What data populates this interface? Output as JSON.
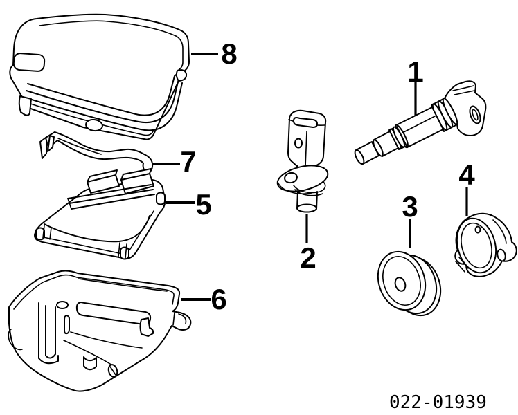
{
  "diagram": {
    "part_number": "022-01939",
    "colors": {
      "line": "#000000",
      "background": "#ffffff"
    },
    "callouts": [
      {
        "label": "1",
        "name": "ignition-coil"
      },
      {
        "label": "2",
        "name": "crankshaft-position-sensor"
      },
      {
        "label": "3",
        "name": "sensor-disc"
      },
      {
        "label": "4",
        "name": "retaining-clamp"
      },
      {
        "label": "5",
        "name": "engine-control-unit"
      },
      {
        "label": "6",
        "name": "ecu-housing-tray"
      },
      {
        "label": "7",
        "name": "retaining-bracket"
      },
      {
        "label": "8",
        "name": "ecu-cover"
      }
    ]
  }
}
